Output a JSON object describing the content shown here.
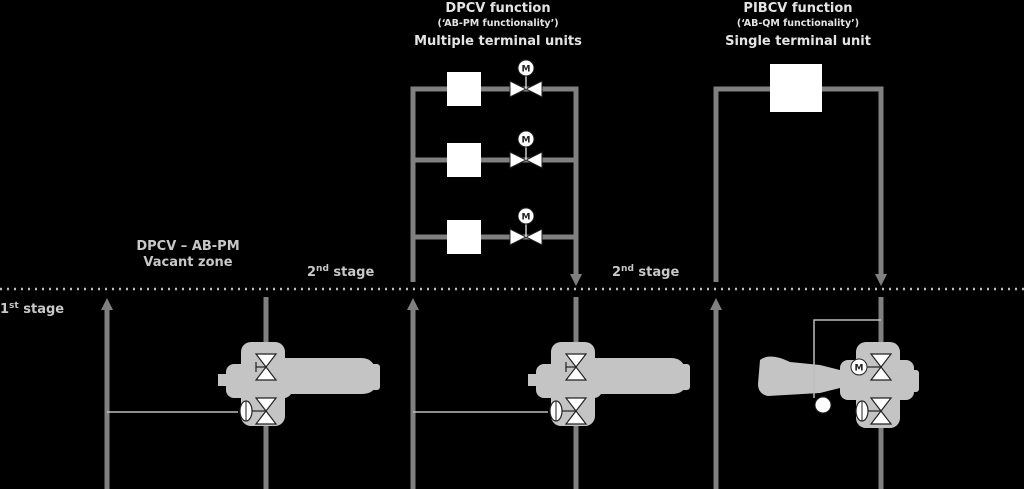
{
  "colors": {
    "background": "#000000",
    "pipe": "#808080",
    "body": "#c4c4c4",
    "valve_fill": "#ffffff",
    "label": "#c8c8c8",
    "title": "#e4e4e4",
    "dotted_line": "#bdbdbd"
  },
  "labels": {
    "stage1_main": "1",
    "stage1_sup": "st",
    "stage1_rest": " stage",
    "stage2_left_main": "2",
    "stage2_left_sup": "nd",
    "stage2_left_rest": " stage",
    "stage2_right_main": "2",
    "stage2_right_sup": "nd",
    "stage2_right_rest": " stage",
    "vacant_line1": "DPCV – AB-PM",
    "vacant_line2": "Vacant zone"
  },
  "dpcv": {
    "title": "DPCV function",
    "subtitle": "(‘AB-PM functionality’)",
    "caption": "Multiple terminal units",
    "motor_label": "M"
  },
  "pibcv": {
    "title": "PIBCV function",
    "subtitle": "(‘AB-QM functionality’)",
    "caption": "Single terminal unit",
    "motor_label": "M"
  },
  "icons": [
    "terminal-unit-icon",
    "motorized-valve-icon",
    "valve-icon",
    "arrow-up-icon",
    "arrow-down-icon"
  ]
}
